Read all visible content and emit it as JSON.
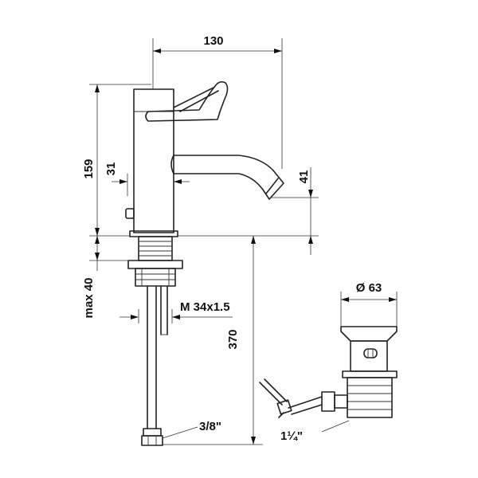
{
  "dimensions": {
    "width_total": "130",
    "height_total": "159",
    "spout_offset": "31",
    "spout_height": "41",
    "max_thickness": "max 40",
    "thread": "M 34x1.5",
    "hose_length": "370",
    "hose_connection": "3/8\"",
    "waste_diameter": "Ø 63",
    "waste_connection": "1¼\""
  }
}
